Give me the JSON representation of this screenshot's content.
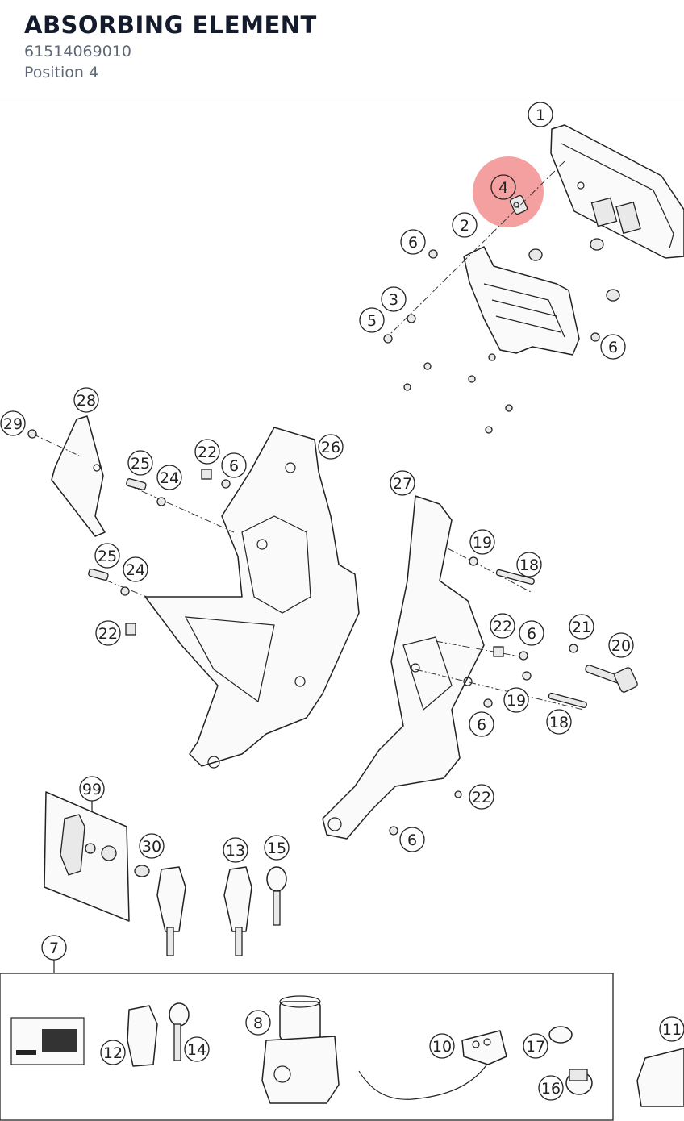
{
  "header": {
    "title": "ABSORBING ELEMENT",
    "part_number": "61514069010",
    "position": "Position 4"
  },
  "diagram": {
    "highlight_color": "#f08080",
    "highlighted_callout": "4",
    "callouts": {
      "c1": "1",
      "c2": "2",
      "c3": "3",
      "c4": "4",
      "c5": "5",
      "c6a": "6",
      "c6b": "6",
      "c28": "28",
      "c29": "29",
      "c22a": "22",
      "c6c": "6",
      "c26": "26",
      "c25a": "25",
      "c24a": "24",
      "c25b": "25",
      "c24b": "24",
      "c22b": "22",
      "c27": "27",
      "c19a": "19",
      "c18a": "18",
      "c22c": "22",
      "c6d": "6",
      "c21": "21",
      "c20": "20",
      "c19b": "19",
      "c6e": "6",
      "c18b": "18",
      "c22d": "22",
      "c6f": "6",
      "c99": "99",
      "c30": "30",
      "c13": "13",
      "c15": "15",
      "c7": "7",
      "c8": "8",
      "c10": "10",
      "c17": "17",
      "c12": "12",
      "c14": "14",
      "c16": "16",
      "c11": "11"
    }
  }
}
